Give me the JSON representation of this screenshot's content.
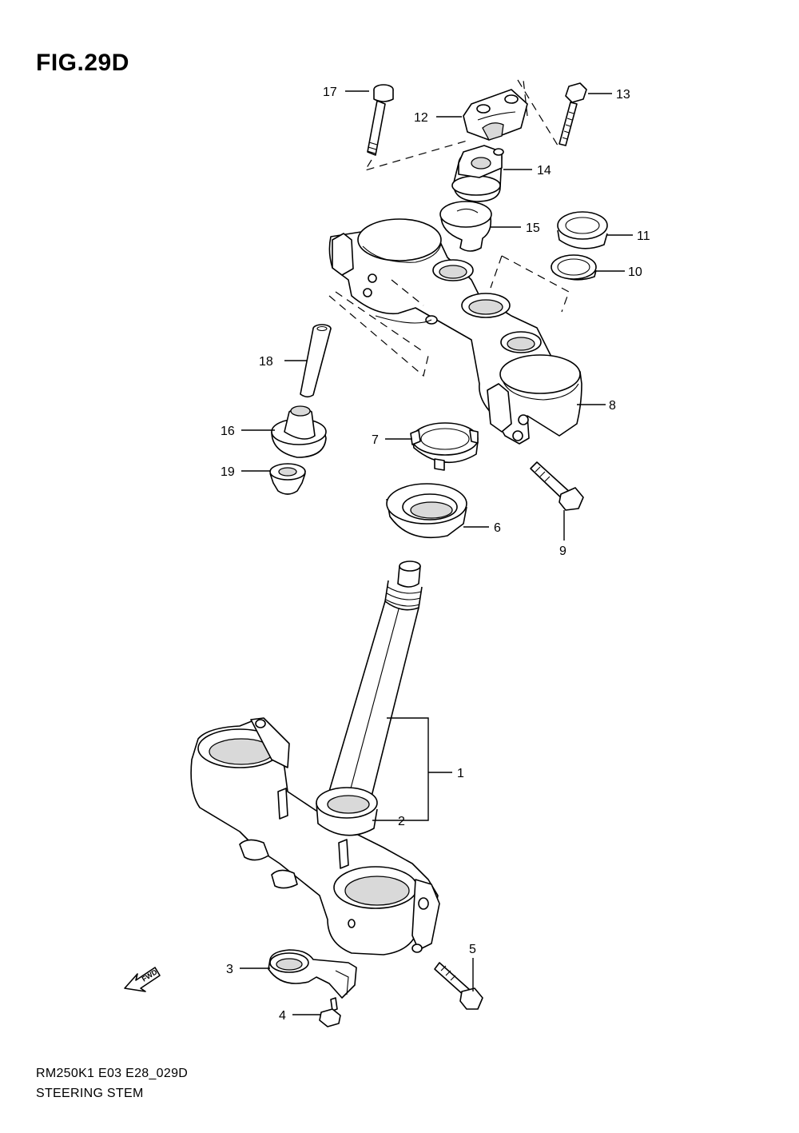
{
  "figure_title": "FIG.29D",
  "model_code": "RM250K1 E03 E28_029D",
  "assembly_name": "STEERING STEM",
  "fwd_label": "FWD",
  "callouts": [
    {
      "id": "p1",
      "number": "1"
    },
    {
      "id": "p2",
      "number": "2"
    },
    {
      "id": "p3",
      "number": "3"
    },
    {
      "id": "p4",
      "number": "4"
    },
    {
      "id": "p5",
      "number": "5"
    },
    {
      "id": "p6",
      "number": "6"
    },
    {
      "id": "p7",
      "number": "7"
    },
    {
      "id": "p8",
      "number": "8"
    },
    {
      "id": "p9",
      "number": "9"
    },
    {
      "id": "p10",
      "number": "10"
    },
    {
      "id": "p11",
      "number": "11"
    },
    {
      "id": "p12",
      "number": "12"
    },
    {
      "id": "p13",
      "number": "13"
    },
    {
      "id": "p14",
      "number": "14"
    },
    {
      "id": "p15",
      "number": "15"
    },
    {
      "id": "p16",
      "number": "16"
    },
    {
      "id": "p17",
      "number": "17"
    },
    {
      "id": "p18",
      "number": "18"
    },
    {
      "id": "p19",
      "number": "19"
    }
  ]
}
